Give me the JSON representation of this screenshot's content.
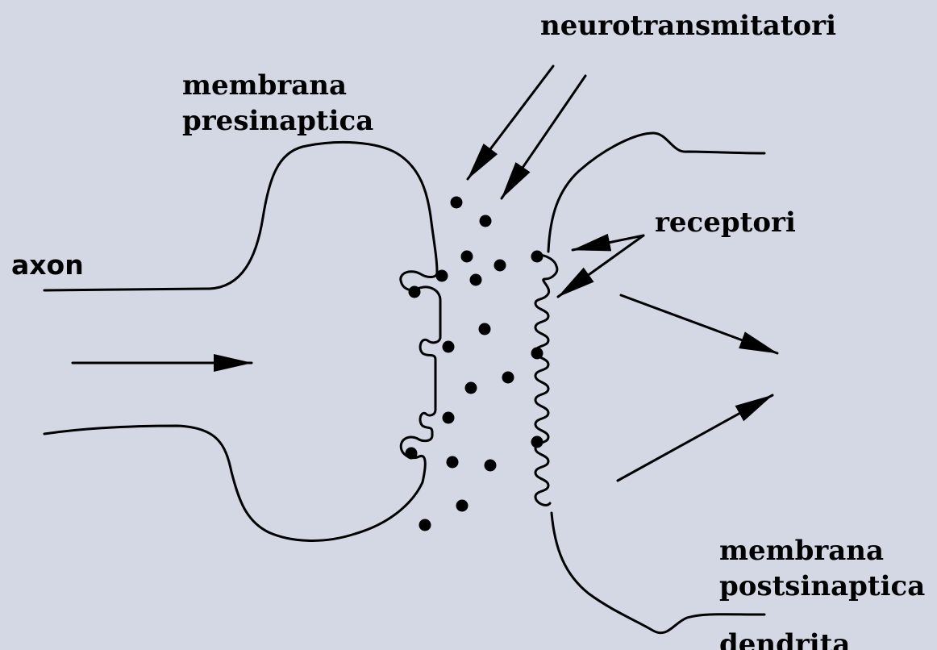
{
  "labels": {
    "neurotransmitters": "neurotransmitatori",
    "presynaptic_line1": "membrana",
    "presynaptic_line2": "presinaptica",
    "axon": "axon",
    "receptors": "receptori",
    "postsynaptic_line1": "membrana",
    "postsynaptic_line2": "postsinaptica",
    "dendrite": "dendrita"
  },
  "colors": {
    "background": "#d3d8e4",
    "ink": "#000000"
  }
}
